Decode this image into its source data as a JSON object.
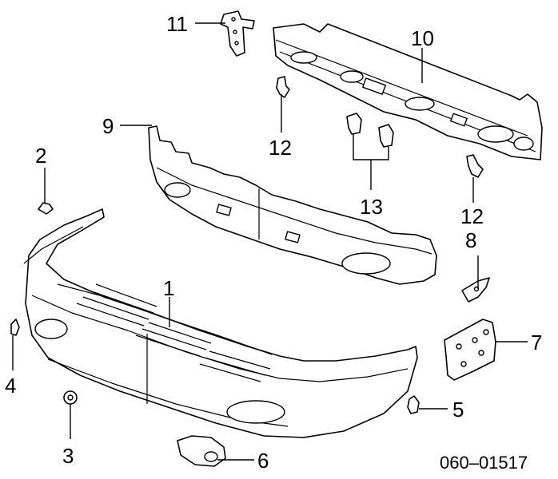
{
  "diagram": {
    "drawing_code": "060–01517",
    "callouts": [
      {
        "key": "c1",
        "label": "1"
      },
      {
        "key": "c2",
        "label": "2"
      },
      {
        "key": "c3",
        "label": "3"
      },
      {
        "key": "c4",
        "label": "4"
      },
      {
        "key": "c5",
        "label": "5"
      },
      {
        "key": "c6",
        "label": "6"
      },
      {
        "key": "c7",
        "label": "7"
      },
      {
        "key": "c8",
        "label": "8"
      },
      {
        "key": "c9",
        "label": "9"
      },
      {
        "key": "c10",
        "label": "10"
      },
      {
        "key": "c11",
        "label": "11"
      },
      {
        "key": "c12a",
        "label": "12"
      },
      {
        "key": "c12b",
        "label": "12"
      },
      {
        "key": "c13",
        "label": "13"
      }
    ]
  }
}
